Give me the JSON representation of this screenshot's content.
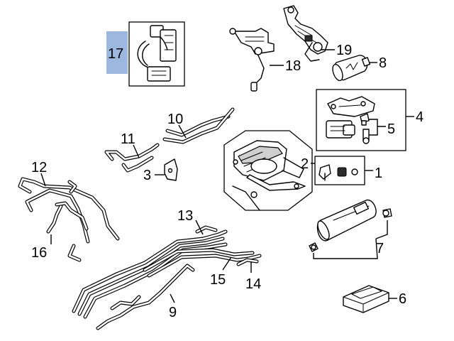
{
  "callouts": {
    "c1": "1",
    "c2": "2",
    "c3": "3",
    "c4": "4",
    "c5": "5",
    "c6": "6",
    "c7": "7",
    "c8": "8",
    "c9": "9",
    "c10": "10",
    "c11": "11",
    "c12": "12",
    "c13": "13",
    "c14": "14",
    "c15": "15",
    "c16": "16",
    "c17": "17",
    "c18": "18",
    "c19": "19"
  },
  "highlight": {
    "callout": "17",
    "color": "#9db8df"
  }
}
